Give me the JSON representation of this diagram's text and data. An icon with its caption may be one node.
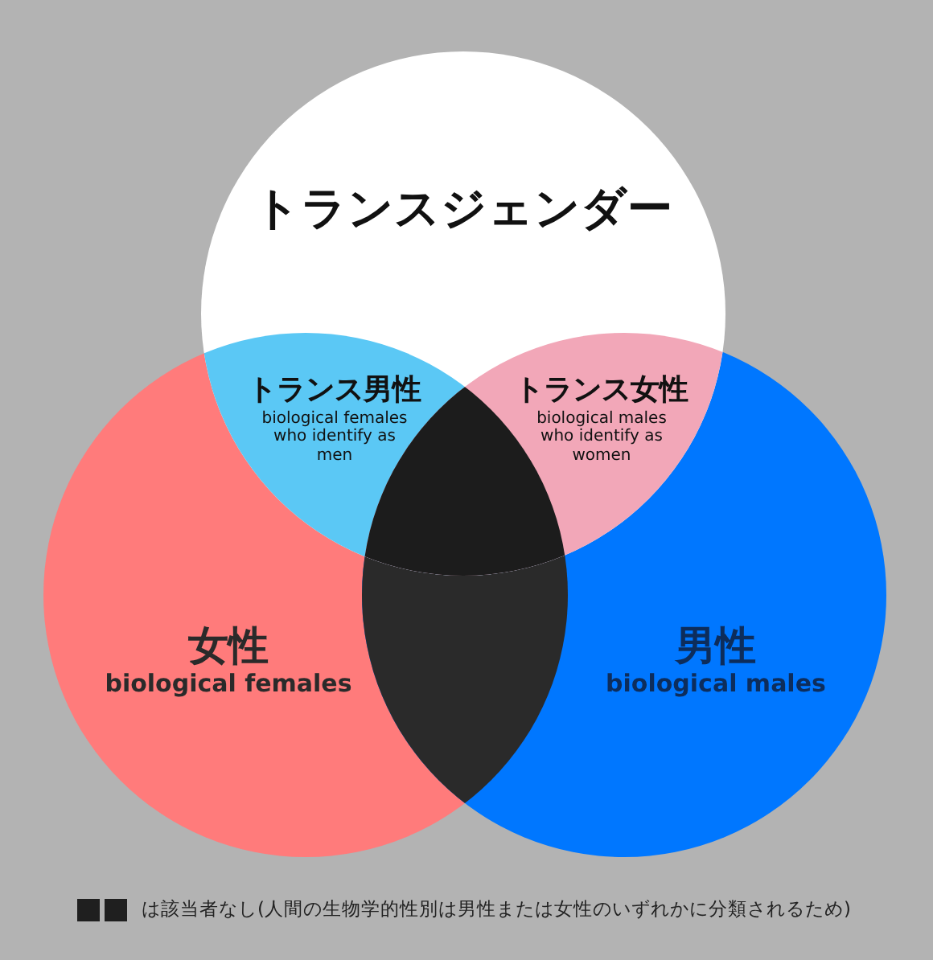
{
  "diagram": {
    "nodes": [
      {
        "text": [
          "トランスジェンダー"
        ]
      },
      {
        "text": [
          "トランス男性",
          "biological females who identify as men"
        ]
      },
      {
        "text": [
          "トランス女性",
          "biological males who identify as women"
        ]
      },
      {
        "text": [
          "女性",
          "biological females"
        ]
      },
      {
        "text": [
          "男性",
          "biological males"
        ]
      }
    ],
    "legend": [
      {
        "text": "は該当者なし(人間の生物学的性別は男性または女性のいずれかに分類されるため)",
        "color": "#1f1f1f"
      }
    ]
  }
}
